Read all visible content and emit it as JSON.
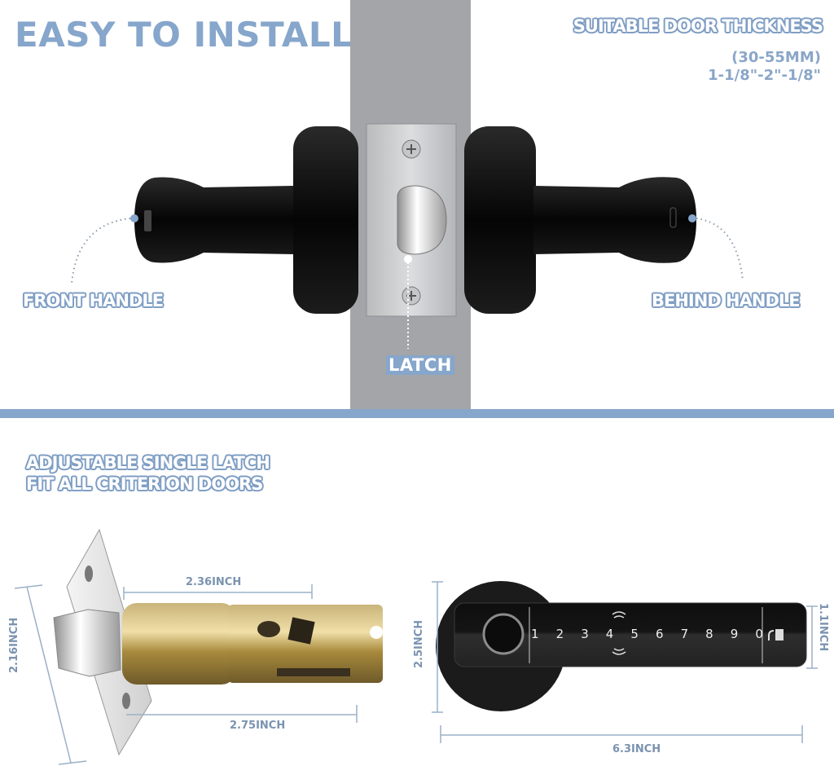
{
  "header": {
    "title": "EASY TO INSTALL"
  },
  "door_thickness": {
    "title": "SUITABLE DOOR THICKNESS",
    "metric": "(30-55MM)",
    "imperial": "1-1/8\"-2\"-1/8\""
  },
  "top_diagram": {
    "front_label": "FRONT HANDLE",
    "behind_label": "BEHIND HANDLE",
    "latch_label": "LATCH"
  },
  "bottom_section": {
    "caption_line1": "ADJUSTABLE SINGLE LATCH",
    "caption_line2": "FIT ALL CRITERION DOORS"
  },
  "latch_dimensions": {
    "height": "2.16INCH",
    "inner_length": "2.36INCH",
    "total_length": "2.75INCH"
  },
  "handle_dimensions": {
    "rose_height": "2.5INCH",
    "lever_height": "1.1INCH",
    "total_length": "6.3INCH"
  },
  "keypad": {
    "digits": [
      "1",
      "2",
      "3",
      "4",
      "5",
      "6",
      "7",
      "8",
      "9",
      "0"
    ]
  },
  "colors": {
    "accent": "#86a6cb",
    "door": "#a4a5a8",
    "handle": "#1a1a1a"
  }
}
